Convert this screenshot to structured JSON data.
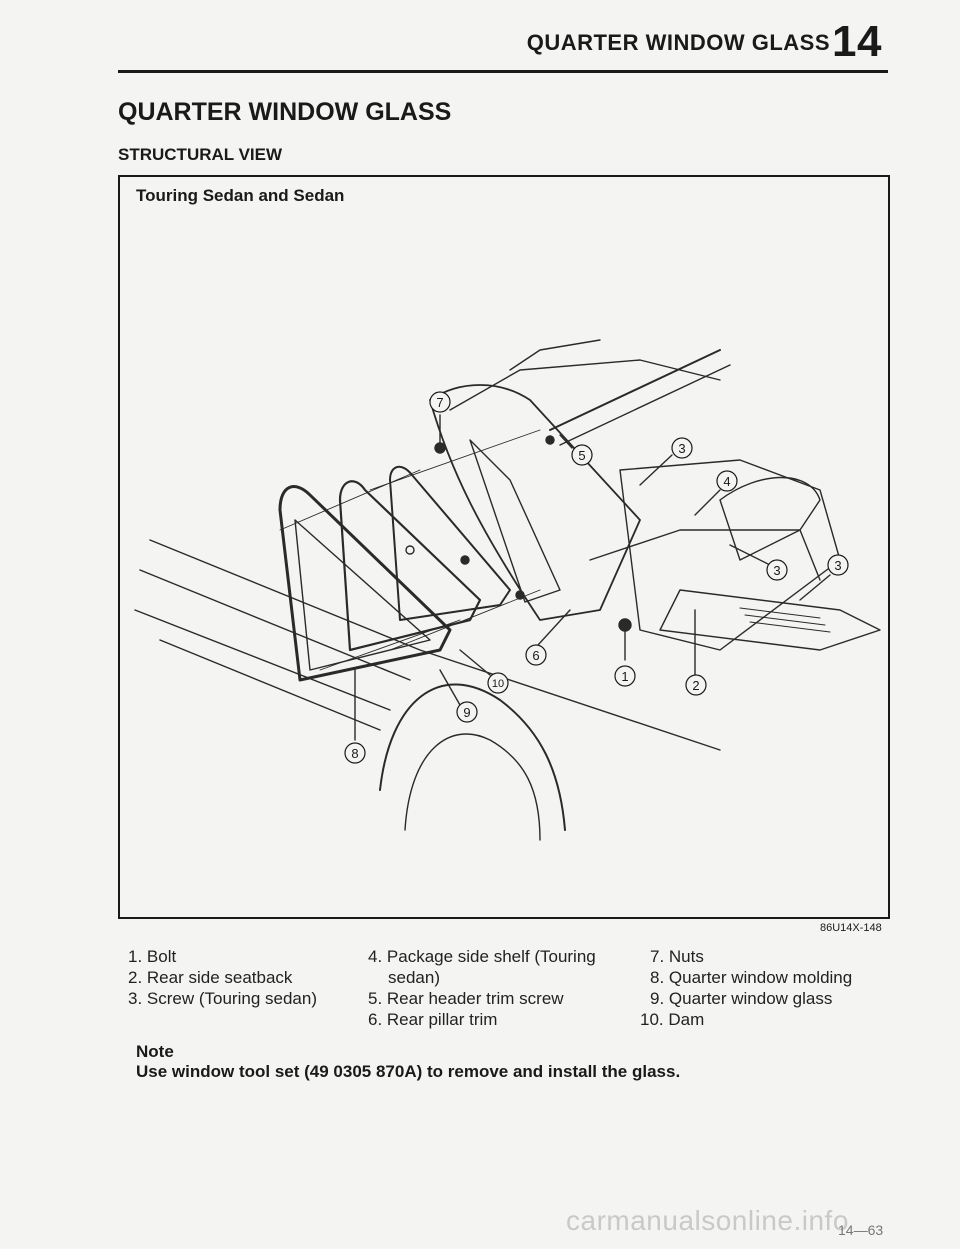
{
  "header": {
    "title": "QUARTER WINDOW GLASS",
    "section_number": "14"
  },
  "page_title": "QUARTER WINDOW GLASS",
  "section_heading": "STRUCTURAL VIEW",
  "figure": {
    "title": "Touring Sedan and Sedan",
    "id": "86U14X-148",
    "callouts": [
      "1",
      "2",
      "3",
      "3",
      "3",
      "4",
      "5",
      "6",
      "7",
      "8",
      "9",
      "10"
    ]
  },
  "legend": {
    "column1": [
      {
        "text": "1. Bolt"
      },
      {
        "text": "2. Rear side seatback"
      },
      {
        "text": "3. Screw (Touring sedan)"
      }
    ],
    "column2": [
      {
        "text": "4. Package side shelf (Touring",
        "continuation": "sedan)"
      },
      {
        "text": "5. Rear header trim screw"
      },
      {
        "text": "6. Rear pillar trim"
      }
    ],
    "column3": [
      {
        "text": "7. Nuts"
      },
      {
        "text": "8. Quarter window molding"
      },
      {
        "text": "9. Quarter window glass"
      },
      {
        "text": "10. Dam"
      }
    ]
  },
  "note": {
    "label": "Note",
    "text": "Use window tool set (49 0305 870A) to remove and install the glass."
  },
  "page_number": "14—63",
  "watermark": "carmanualsonline.info"
}
